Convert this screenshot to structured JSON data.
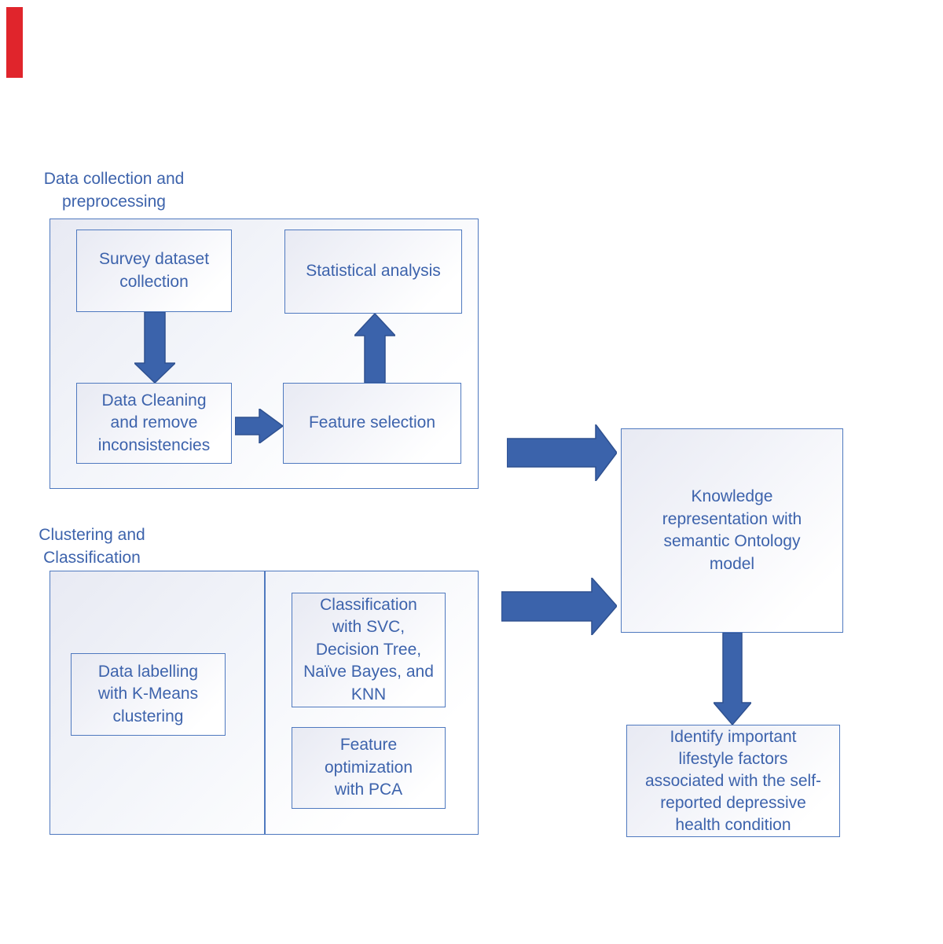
{
  "colors": {
    "text_blue": "#3d63ac",
    "border_blue": "#4f79bf",
    "arrow_fill": "#3b63ab",
    "arrow_stroke": "#2f5190",
    "marker_red": "#e0252c",
    "box_fill_start": "#e8eaf3",
    "box_fill_end": "#ffffff"
  },
  "diagram": {
    "section1": {
      "label": "Data collection and\npreprocessing",
      "survey_box": "Survey dataset\ncollection",
      "statistical_box": "Statistical analysis",
      "cleaning_box": "Data Cleaning\nand remove\ninconsistencies",
      "feature_selection_box": "Feature selection"
    },
    "section2": {
      "label": "Clustering and\nClassification",
      "labelling_box": "Data labelling\nwith K-Means\nclustering",
      "classification_box": "Classification\nwith SVC,\nDecision Tree,\nNaïve Bayes, and\nKNN",
      "pca_box": "Feature\noptimization\nwith PCA"
    },
    "outputs": {
      "knowledge_box": "Knowledge\nrepresentation with\nsemantic Ontology\nmodel",
      "identify_box": "Identify important\nlifestyle factors\nassociated with the self-\nreported depressive\nhealth condition"
    }
  }
}
